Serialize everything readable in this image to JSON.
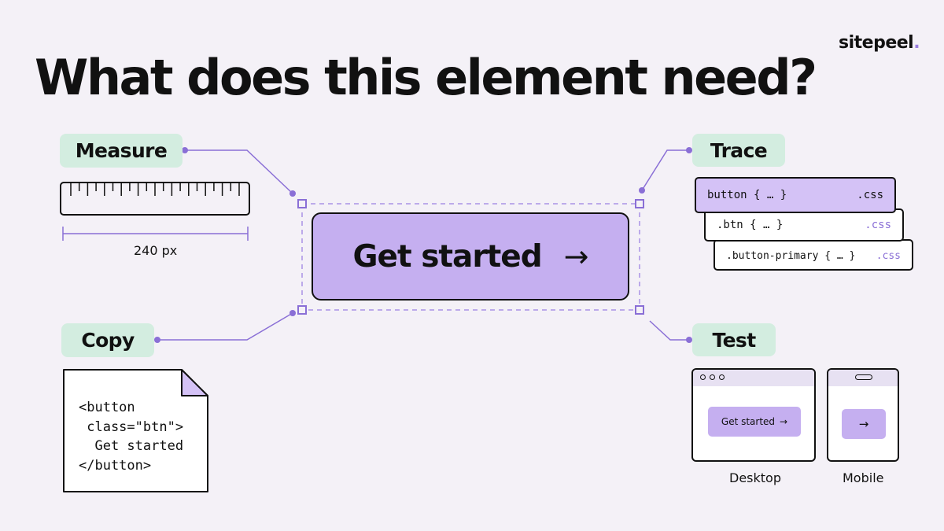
{
  "brand": {
    "name": "sitepeel",
    "dot": "."
  },
  "title": "What does this element need?",
  "labels": {
    "measure": "Measure",
    "copy": "Copy",
    "trace": "Trace",
    "test": "Test"
  },
  "main_button": {
    "label": "Get started",
    "arrow": "→"
  },
  "measure": {
    "width_label": "240 px"
  },
  "trace": {
    "rules": [
      {
        "selector": "button { … }",
        "ext": ".css"
      },
      {
        "selector": ".btn { … }",
        "ext": ".css"
      },
      {
        "selector": ".button-primary { … }",
        "ext": ".css"
      }
    ]
  },
  "copy": {
    "code": "<button\n class=\"btn\">\n  Get started\n</button>"
  },
  "test": {
    "desktop": {
      "label": "Desktop",
      "button_label": "Get started",
      "button_arrow": "→"
    },
    "mobile": {
      "label": "Mobile",
      "button_arrow": "→"
    }
  },
  "colors": {
    "accent": "#c5aff0",
    "label_bg": "#d3ede0",
    "line": "#9b7fe0",
    "background": "#f4f1f7"
  }
}
